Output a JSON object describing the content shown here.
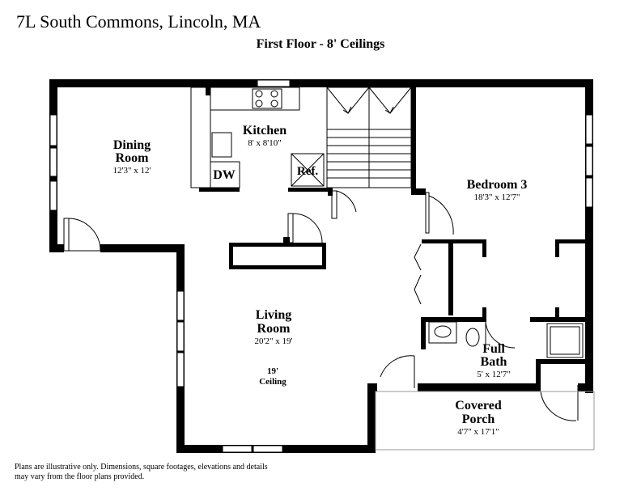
{
  "header": {
    "title": "7L South Commons, Lincoln, MA",
    "subtitle": "First Floor - 8' Ceilings"
  },
  "rooms": {
    "dining": {
      "name1": "Dining",
      "name2": "Room",
      "dims": "12'3\" x 12'"
    },
    "kitchen": {
      "name": "Kitchen",
      "dims": "8' x 8'10\""
    },
    "bedroom3": {
      "name": "Bedroom 3",
      "dims": "18'3\" x 12'7\""
    },
    "living": {
      "name1": "Living",
      "name2": "Room",
      "dims": "20'2\" x 19'",
      "ceiling1": "19'",
      "ceiling2": "Ceiling"
    },
    "full_bath": {
      "name1": "Full",
      "name2": "Bath",
      "dims": "5' x 12'7\""
    },
    "porch": {
      "name1": "Covered",
      "name2": "Porch",
      "dims": "4'7\" x 17'1\""
    }
  },
  "fixtures": {
    "dishwasher": "DW",
    "refrigerator": "Ref."
  },
  "footer": {
    "disclaimer": "Plans are illustrative only. Dimensions, square footages, elevations and details may vary from the floor plans provided."
  }
}
